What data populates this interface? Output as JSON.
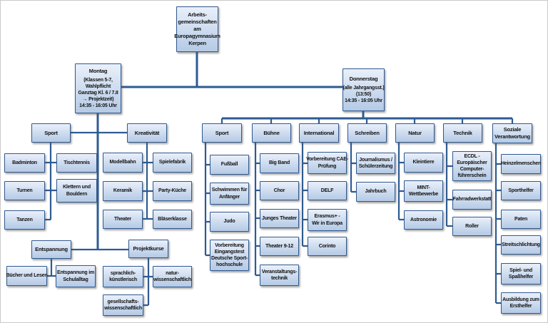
{
  "diagram": {
    "root": "Arbeits-\ngemeinschaften\nam\nEuropagymnasium\nKerpen",
    "montag": {
      "title": "Montag",
      "details": "(Klassen 5-7,\nWahlpflicht\nGanztag Kl. 6 / 7.II\n→ Projektzeit)\n14:35 - 16:05 Uhr",
      "groups": [
        {
          "label": "Sport",
          "items": [
            "Badminton",
            "Tischtennis",
            "Turnen",
            "Klettern und\nBouldern",
            "Tanzen"
          ]
        },
        {
          "label": "Kreativität",
          "items": [
            "Modellbahn",
            "Spielefabrik",
            "Keramik",
            "Party-Küche",
            "Theater",
            "Bläserklasse"
          ]
        },
        {
          "label": "Entspannung",
          "items": [
            "Bücher und Lesen",
            "Entspannung im\nSchulalltag"
          ]
        },
        {
          "label": "Projektkurse",
          "items": [
            "sprachlich-\nkünstlerisch",
            "natur-\nwissenschaftlich",
            "gesellschafts-\nwissenschaftlich"
          ]
        }
      ]
    },
    "donnerstag": {
      "title": "Donnerstag",
      "details": "(alle Jahrgangsst.)\n(13:50)\n14:35 - 16:05 Uhr",
      "groups": [
        {
          "label": "Sport",
          "items": [
            "Fußball",
            "Schwimmen für\nAnfänger",
            "Judo",
            "Vorbereitung\nEingangstest\nDeutsche Sport-\nhochschule"
          ]
        },
        {
          "label": "Bühne",
          "items": [
            "Big Band",
            "Chor",
            "Junges Theater",
            "Theater 9-12",
            "Veranstaltungs-\ntechnik"
          ]
        },
        {
          "label": "International",
          "items": [
            "Vorbereitung CAE-\nPrüfung",
            "DELF",
            "Erasmus+ -\nWir in Europa",
            "Corinto"
          ]
        },
        {
          "label": "Schreiben",
          "items": [
            "Journalismus /\nSchülerzeitung",
            "Jahrbuch"
          ]
        },
        {
          "label": "Natur",
          "items": [
            "Kleintiere",
            "MINT-\nWettbewerbe",
            "Astronomie"
          ]
        },
        {
          "label": "Technik",
          "items": [
            "ECDL -\nEuropäischer\nComputer-\nführerschein",
            "Fahrradwerkstatt",
            "Roller"
          ]
        },
        {
          "label": "Soziale\nVerantwortung",
          "items": [
            "Heinzelmenschen",
            "Sporthelfer",
            "Paten",
            "Streitschlichtung",
            "Spiel- und\nSpaßhelfer",
            "Ausbildung zum\nErsthelfer"
          ]
        }
      ]
    },
    "colors": {
      "box_fill_top": "#eaf0fa",
      "box_fill_bottom": "#b5cae5",
      "box_border": "#30598f",
      "connector": "#2e5b92"
    }
  }
}
